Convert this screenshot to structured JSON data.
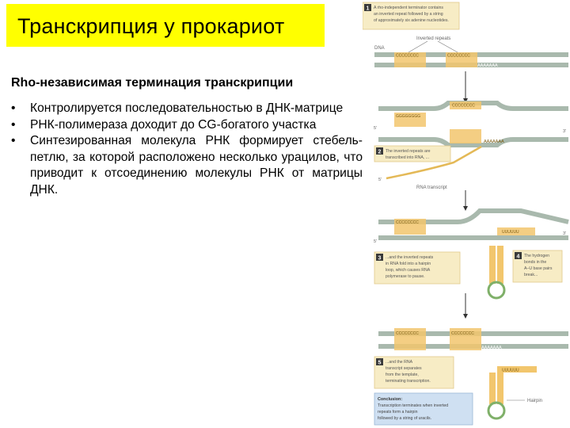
{
  "title": "Транскрипция у прокариот",
  "subtitle": "Rho-независимая терминация транскрипции",
  "bullets": [
    {
      "symbol": "•",
      "text": "Контролируется последовательностью в ДНК-матрице"
    },
    {
      "symbol": "•",
      "text": "РНК-полимераза доходит до CG-богатого участка"
    },
    {
      "symbol": "•",
      "text": "Синтезированная молекула РНК формирует стебель-петлю, за которой расположено несколько урацилов, что приводит к отсоединению молекулы РНК от матрицы ДНК."
    }
  ],
  "figure": {
    "steps": [
      {
        "number": "1",
        "text": [
          "A rho-independent terminator contains",
          "an inverted repeat followed by a string",
          "of approximately six adenine nucleotides."
        ]
      },
      {
        "number": "2",
        "text": [
          "The inverted repeats are",
          "transcribed into RNA, ..."
        ]
      },
      {
        "number": "3",
        "text": [
          "...and the inverted repeats",
          "in RNA fold into a hairpin",
          "loop, which causes RNA",
          "polymerase to pause."
        ]
      },
      {
        "number": "4",
        "text": [
          "The hydrogen",
          "bonds in the",
          "A–U base pairs",
          "break..."
        ]
      },
      {
        "number": "5",
        "text": [
          "...and the RNA",
          "transcript separates",
          "from the template,",
          "terminating transcription."
        ]
      }
    ],
    "labels": {
      "inverted_repeats": "Inverted repeats",
      "dna": "DNA",
      "rna_transcript": "RNA transcript",
      "hairpin": "Hairpin",
      "five_prime": "5'",
      "three_prime": "3'"
    },
    "sequences": {
      "gc_repeat": "CCCCCCCC",
      "gc_repeat_short": "GGGGGGGG",
      "a_string": "AAAAAAA",
      "u_string": "UUUUUU"
    },
    "conclusion": {
      "heading": "Conclusion:",
      "text": [
        "Transcription terminates when inverted",
        "repeats form a hairpin",
        "followed by a string of uracils."
      ]
    },
    "colors": {
      "dna_strand": "#a9b9ad",
      "repeat_block": "#f2c66d",
      "step_box": "#f7ecc5",
      "step_border": "#e2c98a",
      "conclusion_box": "#cfe0f2",
      "rna": "#e4b957"
    }
  }
}
